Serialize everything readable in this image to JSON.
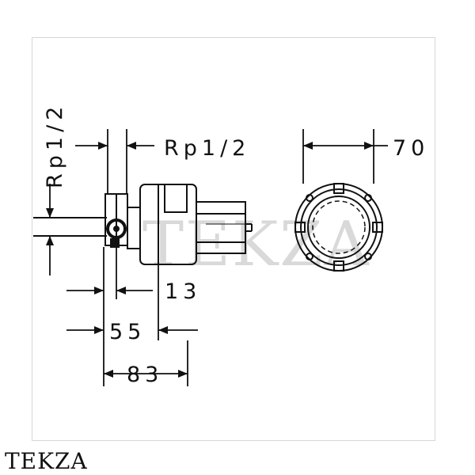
{
  "dimensions": {
    "rp_vertical": "Rp1/2",
    "rp_horizontal": "Rp1/2",
    "d70": "70",
    "d13": "13",
    "d55": "55",
    "d83": "83"
  },
  "watermark": "TEKZA",
  "brand": "TEKZA",
  "colors": {
    "line": "#111111",
    "frame": "#d6d6d6",
    "watermark": "#d9d9d9"
  }
}
